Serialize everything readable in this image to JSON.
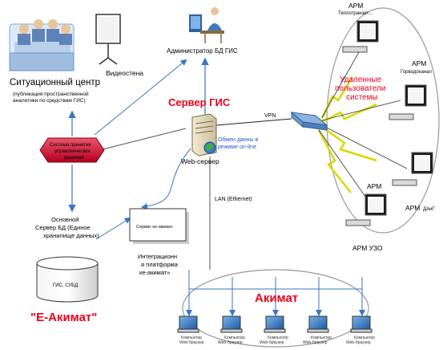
{
  "labels": {
    "situation_center": "Ситуационный центр",
    "situation_center_note_1": "(публикация пространственной",
    "situation_center_note_2": "аналитики по средствам ГИС)",
    "video_wall": "Видеостена",
    "admin": "Администратор БД ГИС",
    "server_gis": "Сервер ГИС",
    "web_server": "Web-сервер",
    "online_exchange_1": "Обмен данны в",
    "online_exchange_2": "режиме on-line",
    "vpn": "VPN",
    "lan": "LAN (Ethernet)",
    "decision_system_1": "Система принятия",
    "decision_system_2": "управленческих",
    "decision_system_3": "решений",
    "main_server_1": "Основной",
    "main_server_2": "Сервер БД (Единое",
    "main_server_3": "хранилище данных)",
    "db_cylinder": "ГИС, СУБД",
    "e_akimat": "\"Е-Акимат\"",
    "service_box": "Сервис ке-акимат",
    "integration_1": "Интеграционн",
    "integration_2": "я платформа",
    "integration_3": "ке-акимат»",
    "akimat": "Акимат",
    "remote_users_1": "Удаленные",
    "remote_users_2": "пользователи",
    "remote_users_3": "системы",
    "arm": "АРМ",
    "arm_teploprovod": "Теплотранзит...",
    "arm_gorvodokanal": "Горводоканал",
    "arm_daig": "ДАиГ",
    "arm_uzo": "АРМ УЗО",
    "computer_small": "Компьютер",
    "web_browser": "Web-браузер"
  },
  "colors": {
    "red_title": "#e8001c",
    "blue_arrow": "#3b73c7",
    "ellipse": "#999999",
    "lightning": "#e8e800",
    "decision_fill": "#c8102e"
  }
}
